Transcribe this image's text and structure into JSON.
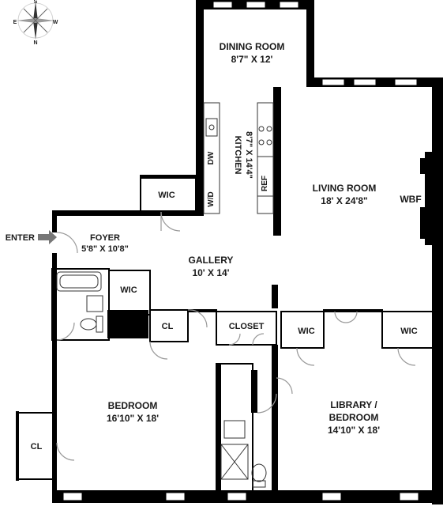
{
  "compass": {
    "north": "N",
    "south": "S",
    "east": "E",
    "west": "W"
  },
  "entry": "ENTER",
  "rooms": {
    "dining": {
      "name": "DINING ROOM",
      "dims": "8'7\" X 12'"
    },
    "kitchen": {
      "name": "KITCHEN",
      "dims": "8'7\" X 14'4\""
    },
    "living": {
      "name": "LIVING ROOM",
      "dims": "18' X 24'8\""
    },
    "foyer": {
      "name": "FOYER",
      "dims": "5'8\" X 10'8\""
    },
    "gallery": {
      "name": "GALLERY",
      "dims": "10' X 14'"
    },
    "bedroom": {
      "name": "BEDROOM",
      "dims": "16'10\" X 18'"
    },
    "library": {
      "name_line1": "LIBRARY /",
      "name_line2": "BEDROOM",
      "dims": "14'10\" X 18'"
    }
  },
  "closets": {
    "wic_kitchen": "WIC",
    "wic_bath": "WIC",
    "wic_library_left": "WIC",
    "wic_library_right": "WIC",
    "cl_hall": "CL",
    "cl_bedroom": "CL",
    "closet": "CLOSET"
  },
  "fixtures": {
    "dw": "DW",
    "wd": "W/D",
    "ref": "REF",
    "wbf": "WBF"
  }
}
